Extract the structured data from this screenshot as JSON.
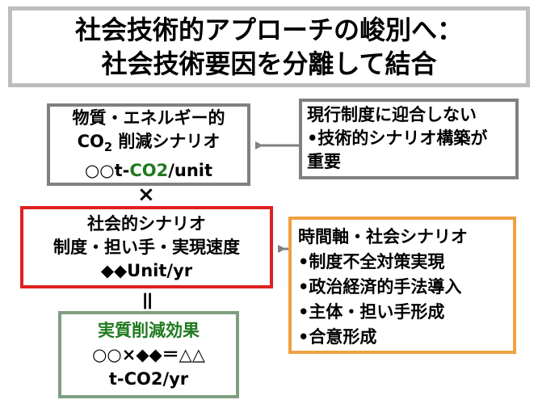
{
  "title": {
    "line1": "社会技術的アプローチの峻別へ：",
    "line2": "社会技術要因を分離して結合"
  },
  "box_material": {
    "line1": "物質・エネルギー的",
    "line2_pre": "CO",
    "line2_sub": "2",
    "line2_post": " 削減シナリオ",
    "line3_pre": "○○t-",
    "line3_co2": "CO2",
    "line3_post": "/unit"
  },
  "box_current": {
    "line1": "現行制度に迎合しない",
    "line2": "•技術的シナリオ構築が",
    "line3": "重要"
  },
  "box_social": {
    "line1": "社会的シナリオ",
    "line2": "制度・担い手・実現速度",
    "line3": "◆◆Unit/yr"
  },
  "box_time": {
    "line1": "時間軸・社会シナリオ",
    "items": [
      "•制度不全対策実現",
      "•政治経済的手法導入",
      "•主体・担い手形成",
      "•合意形成"
    ]
  },
  "box_effect": {
    "line1": "実質削減効果",
    "line2": "○○×◆◆＝△△",
    "line3": "t-CO2/yr"
  },
  "operators": {
    "times": "×",
    "equals": "＝"
  },
  "colors": {
    "title_border": "#bdbdbd",
    "gray_border": "#808080",
    "red_border": "#e02020",
    "orange_border": "#f0a040",
    "green_border": "#7f9f7f",
    "green_text": "#1f7a1f",
    "arrow": "#808080"
  }
}
